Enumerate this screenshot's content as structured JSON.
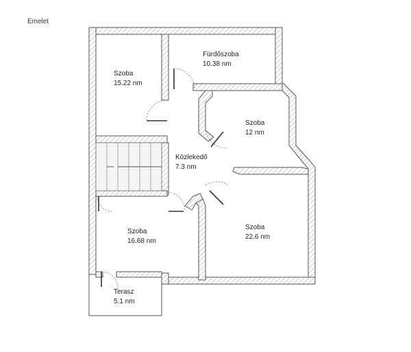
{
  "floor": {
    "title": "Emelet"
  },
  "rooms": [
    {
      "name": "Szoba",
      "area": "15.22 nm"
    },
    {
      "name": "Fürdőszoba",
      "area": "10.38 nm"
    },
    {
      "name": "Szoba",
      "area": "12 nm"
    },
    {
      "name": "Közlekedő",
      "area": "7.3 nm"
    },
    {
      "name": "Szoba",
      "area": "16.68 nm"
    },
    {
      "name": "Szoba",
      "area": "22.6 nm"
    },
    {
      "name": "Terasz",
      "area": "5.1 nm"
    }
  ]
}
